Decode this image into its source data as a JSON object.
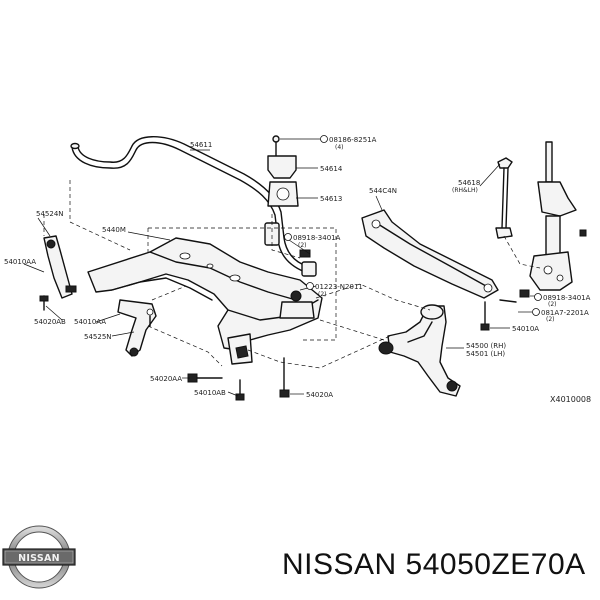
{
  "labels": {
    "p54611": "54611",
    "p54614": "54614",
    "p54613": "54613",
    "bolt_08186": "08186-8251A",
    "bolt_08186_qty": "(4)",
    "nut_08918_upper": "08918-3401A",
    "nut_08918_upper_qty": "(2)",
    "nut_01223": "01223-N2011",
    "nut_01223_qty": "(2)",
    "p5440M": "5440M",
    "p544C4N": "544C4N",
    "p54618": "54618",
    "p54618_side": "(RH&LH)",
    "p54524N": "54524N",
    "p54010AA_left": "54010AA",
    "p54020AB": "54020AB",
    "p54010AA_mid": "54010AA",
    "p54525N": "54525N",
    "p54020AA": "54020AA",
    "p54010AB": "54010AB",
    "p54020A": "54020A",
    "nut_08918_right": "08918-3401A",
    "nut_08918_right_qty": "(2)",
    "bolt_081A7": "081A7-2201A",
    "bolt_081A7_qty": "(2)",
    "p54010A": "54010A",
    "p54500": "54500 (RH)",
    "p54501": "54501 (LH)",
    "figure_ref": "X4010008"
  },
  "footer": {
    "part_number": "NISSAN 54050ZE70A",
    "logo_text": "NISSAN"
  },
  "colors": {
    "line": "#111111",
    "background": "#ffffff"
  }
}
